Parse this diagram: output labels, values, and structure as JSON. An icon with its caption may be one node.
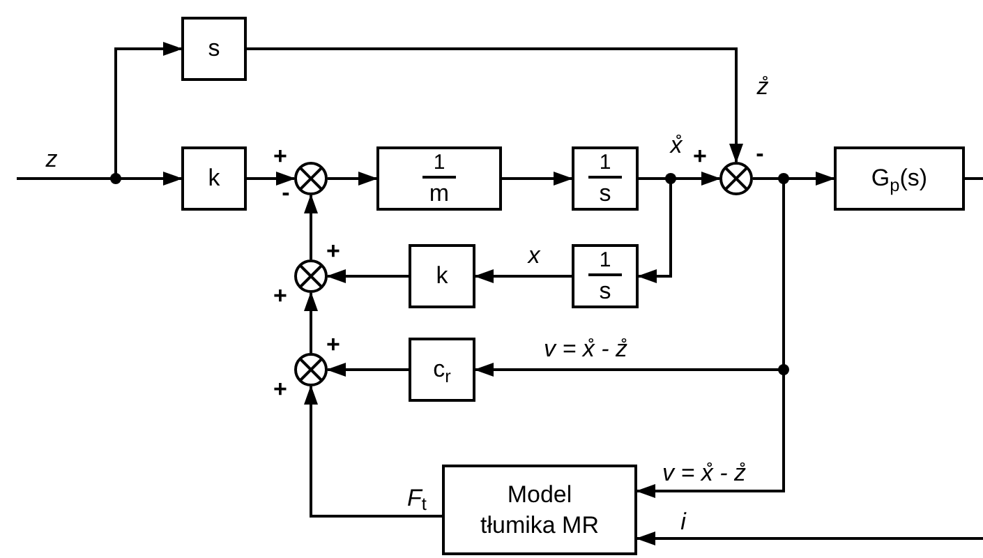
{
  "diagram": {
    "nodes": [
      {
        "text": [
          "s"
        ]
      },
      {
        "text": [
          "k"
        ]
      },
      {
        "text": [],
        "shape": "circle",
        "beside": [
          "+",
          "-"
        ]
      },
      {
        "text": [
          "1",
          "m"
        ]
      },
      {
        "text": [
          "1",
          "s"
        ]
      },
      {
        "text": [],
        "shape": "circle",
        "beside": [
          "+",
          "-"
        ]
      },
      {
        "text": [
          "G$_{p}$(s)"
        ]
      },
      {
        "text": [
          "1",
          "s"
        ]
      },
      {
        "text": [
          "k"
        ]
      },
      {
        "text": [],
        "shape": "circle",
        "beside": [
          "+",
          "+"
        ]
      },
      {
        "text": [
          "c$_{r}$"
        ]
      },
      {
        "text": [],
        "shape": "circle",
        "beside": [
          "+",
          "+"
        ]
      },
      {
        "text": [
          "Model tłumika MR"
        ]
      }
    ],
    "edges": [
      {
        "from": null,
        "to": 0,
        "arrow": "to"
      },
      {
        "from": null,
        "to": 1,
        "arrow": "to",
        "label": "z"
      },
      {
        "from": 0,
        "to": 5,
        "arrow": "to",
        "label": "z̊"
      },
      {
        "from": 1,
        "to": 2,
        "arrow": "to"
      },
      {
        "from": 2,
        "to": 3,
        "arrow": "to"
      },
      {
        "from": 3,
        "to": 4,
        "arrow": "to"
      },
      {
        "from": 4,
        "to": 5,
        "arrow": "to",
        "label": "x̊"
      },
      {
        "from": 4,
        "to": 7,
        "arrow": "to"
      },
      {
        "from": 7,
        "to": 8,
        "arrow": "to",
        "label": "x"
      },
      {
        "from": 8,
        "to": 9,
        "arrow": "to"
      },
      {
        "from": 9,
        "to": 2,
        "arrow": "to"
      },
      {
        "from": 10,
        "to": 11,
        "arrow": "to"
      },
      {
        "from": 11,
        "to": 9,
        "arrow": "to"
      },
      {
        "from": 5,
        "to": 6,
        "arrow": "to"
      },
      {
        "from": 5,
        "to": 10,
        "arrow": "to",
        "label": "v = x̊ - z̊"
      },
      {
        "from": 5,
        "to": 12,
        "arrow": "to",
        "label": "v = x̊ - z̊"
      },
      {
        "from": 12,
        "to": 11,
        "arrow": "to",
        "label": "*F*$_{t}$"
      },
      {
        "from": 6,
        "to": null,
        "arrow": "none"
      },
      {
        "from": null,
        "to": 12,
        "arrow": "to",
        "label": "i"
      }
    ]
  }
}
